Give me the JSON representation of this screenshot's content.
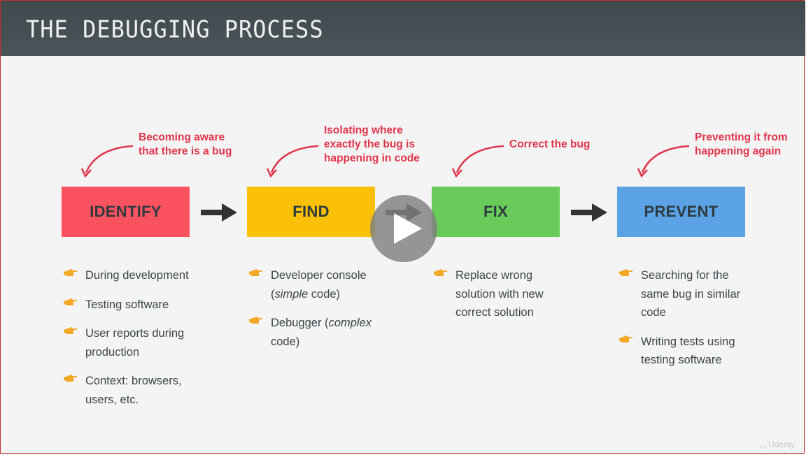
{
  "slide": {
    "title": "THE DEBUGGING PROCESS",
    "watermark": "Udemy"
  },
  "stages": [
    {
      "label": "IDENTIFY",
      "color": "#fb5260",
      "annotation": [
        "Becoming aware",
        "that there is a bug"
      ],
      "items": [
        [
          "During development"
        ],
        [
          "Testing software"
        ],
        [
          "User reports during",
          "production"
        ],
        [
          "Context: browsers,",
          "users, etc."
        ]
      ]
    },
    {
      "label": "FIND",
      "color": "#fbc108",
      "annotation": [
        "Isolating where",
        "exactly the bug is",
        "happening in code"
      ],
      "items": [
        [
          "Developer console",
          "(simple code)"
        ],
        [
          "Debugger (complex",
          "code)"
        ]
      ]
    },
    {
      "label": "FIX",
      "color": "#69cc5a",
      "annotation": [
        "Correct the bug"
      ],
      "items": [
        [
          "Replace wrong",
          "solution with new",
          "correct solution"
        ]
      ]
    },
    {
      "label": "PREVENT",
      "color": "#5ca3e6",
      "annotation": [
        "Preventing it from",
        "happening again"
      ],
      "items": [
        [
          "Searching for the",
          "same bug in similar",
          "code"
        ],
        [
          "Writing tests using",
          "testing software"
        ]
      ]
    }
  ],
  "colors": {
    "header": "#444e52",
    "annotation": "#e0354b",
    "bullet": "#f3a928",
    "play_button": "#808080"
  },
  "icons": {
    "bullet": "pointing-hand-icon",
    "flow": "right-arrow-icon",
    "play": "play-icon"
  }
}
